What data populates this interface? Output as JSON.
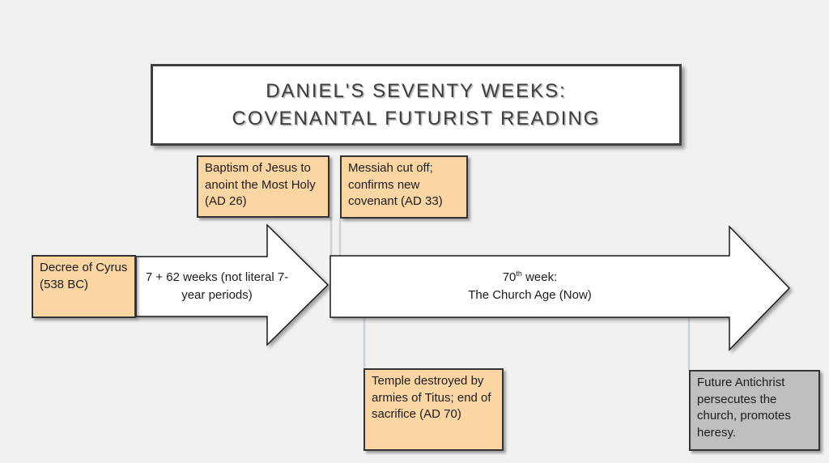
{
  "title": {
    "line1": "DANIEL'S SEVENTY WEEKS:",
    "line2": "COVENANTAL FUTURIST READING"
  },
  "timeline": {
    "start_box": {
      "text": "Decree of Cyrus (538 BC)"
    },
    "arrow1": {
      "label": "7 + 62 weeks (not literal 7-year periods)"
    },
    "arrow2": {
      "label_number": "70",
      "label_ordinal": "th",
      "label_rest": " week:",
      "label_line2": "The Church Age (Now)"
    }
  },
  "callouts": {
    "baptism": {
      "text": "Baptism of Jesus to anoint the Most Holy (AD 26)"
    },
    "messiah": {
      "text": "Messiah cut off; confirms new covenant (AD 33)"
    },
    "temple": {
      "text": "Temple destroyed by armies of Titus; end of sacrifice (AD 70)"
    },
    "antichrist": {
      "text": "Future Antichrist persecutes the church, promotes heresy."
    }
  },
  "colors": {
    "slide-bg": "#f1f1f0",
    "callout-tan": "#fbd6a3",
    "callout-gray": "#bfbfbf",
    "box-border": "#333333",
    "title-border": "#404040",
    "title-text": "#3d3d3d",
    "body-text": "#1b1b1b",
    "arrow-fill": "#ffffff",
    "arrow-border": "#1a1a1a",
    "connector": "#cbd3d9"
  }
}
